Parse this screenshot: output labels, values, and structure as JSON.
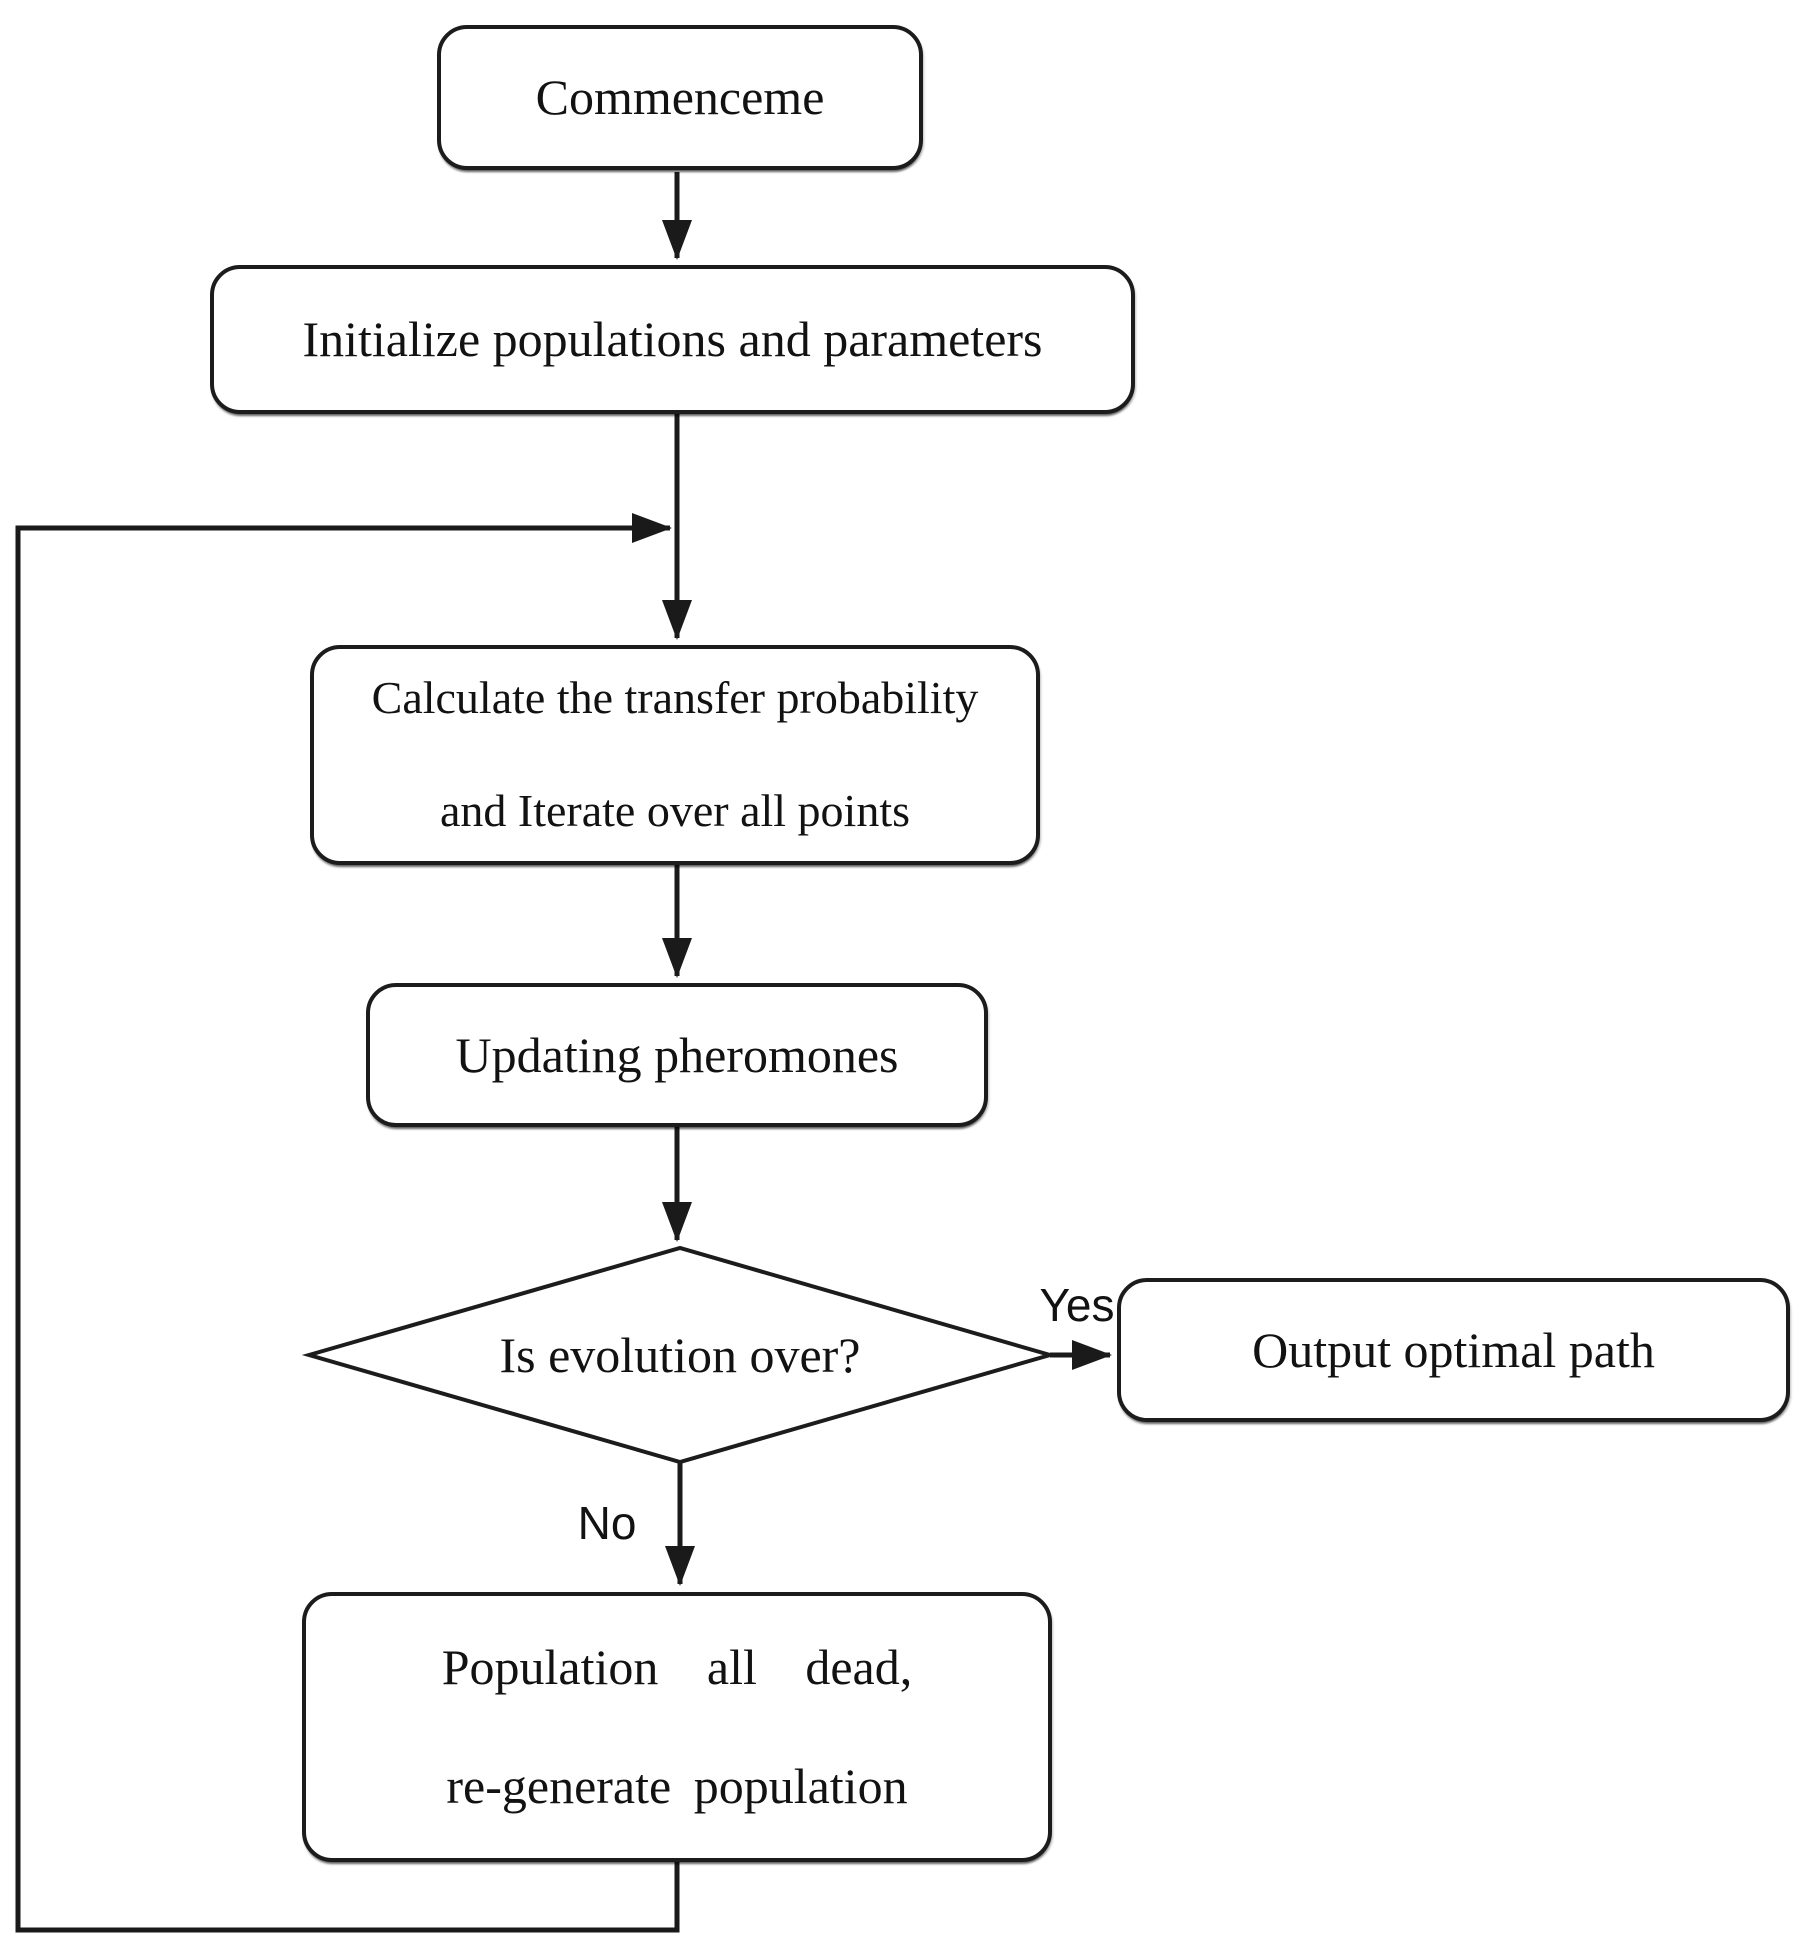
{
  "canvas": {
    "background": "#ffffff",
    "line_color": "#1a1a1a",
    "text_color": "#121212"
  },
  "nodes": {
    "start": {
      "label": "Commenceme"
    },
    "init": {
      "label": "Initialize populations and parameters"
    },
    "calc": {
      "line1": "Calculate the transfer probability",
      "line2": "and Iterate over all points"
    },
    "update": {
      "label": "Updating pheromones"
    },
    "decision": {
      "label": "Is evolution over?"
    },
    "output": {
      "label": "Output optimal path"
    },
    "regen": {
      "line1": "Population all dead,",
      "line2": "re-generate population"
    }
  },
  "edge_labels": {
    "yes": "Yes",
    "no": "No"
  }
}
